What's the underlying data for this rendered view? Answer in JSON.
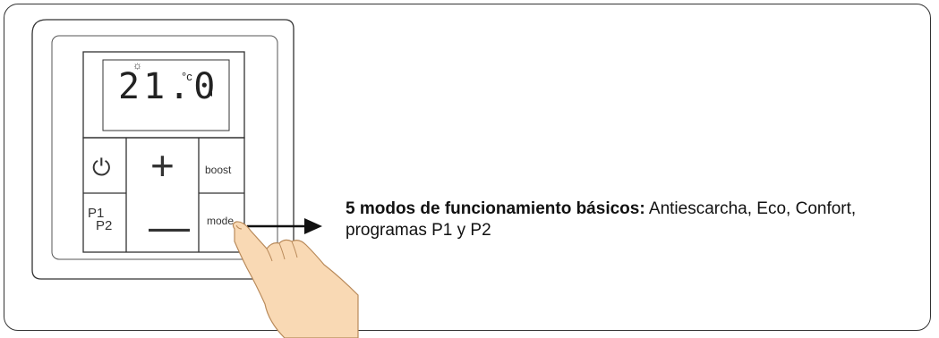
{
  "display": {
    "temperature": "21.0",
    "unit": "°c",
    "sun_symbol": "☼",
    "indicator": "◂"
  },
  "buttons": {
    "power_symbol": "⏻",
    "plus_symbol": "+",
    "minus_symbol": "—",
    "boost_label": "boost",
    "mode_label": "mode",
    "p1_label": "P1",
    "p2_label": "P2"
  },
  "caption": {
    "bold": "5 modos de funcionamiento básicos:",
    "text": " Antiescarcha, Eco, Confort, programas P1 y P2"
  },
  "colors": {
    "outline": "#333333",
    "hand_fill": "#f9d9b4",
    "arrow": "#111111"
  },
  "icons": [
    "power-icon",
    "plus-icon",
    "minus-icon",
    "sun-icon",
    "hand-icon",
    "arrow-icon"
  ]
}
